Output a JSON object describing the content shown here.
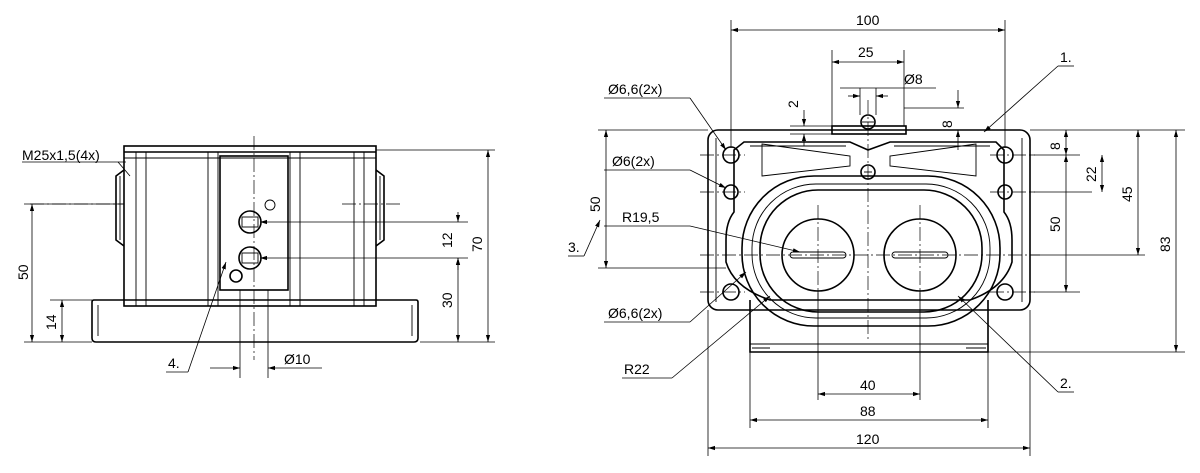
{
  "side_view": {
    "thread_label": "M25x1,5(4x)",
    "dim_height_50": "50",
    "dim_base_14": "14",
    "dim_12": "12",
    "dim_30": "30",
    "dim_70": "70",
    "diameter_10": "Ø10",
    "callout_4": "4."
  },
  "front_view": {
    "dim_100": "100",
    "dim_25": "25",
    "diameter_8": "Ø8",
    "dim_2": "2",
    "dim_8_top": "8",
    "callout_1": "1.",
    "hole_66_top": "Ø6,6(2x)",
    "hole_6": "Ø6(2x)",
    "radius_195": "R19,5",
    "dim_50_left": "50",
    "callout_3": "3.",
    "hole_66_bottom": "Ø6,6(2x)",
    "radius_22": "R22",
    "dim_8_right": "8",
    "dim_22": "22",
    "dim_50_right": "50",
    "dim_45": "45",
    "dim_83": "83",
    "dim_40": "40",
    "dim_88": "88",
    "dim_120": "120",
    "callout_2": "2."
  }
}
